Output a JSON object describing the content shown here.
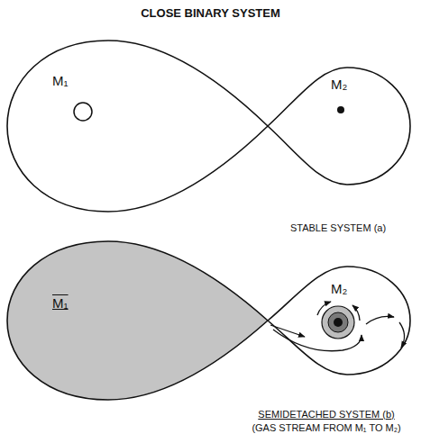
{
  "diagram": {
    "title": "CLOSE BINARY SYSTEM",
    "nodes": [
      {
        "text": [
          "M₁"
        ]
      },
      {
        "text": [
          "M₂"
        ]
      },
      {
        "text": [
          "M₁"
        ]
      },
      {
        "text": [
          "M₂"
        ]
      }
    ],
    "labels": [
      "STABLE SYSTEM (a)",
      "SEMIDETACHED SYSTEM (b)",
      "(GAS STREAM FROM M₁ TO M₂)"
    ]
  }
}
